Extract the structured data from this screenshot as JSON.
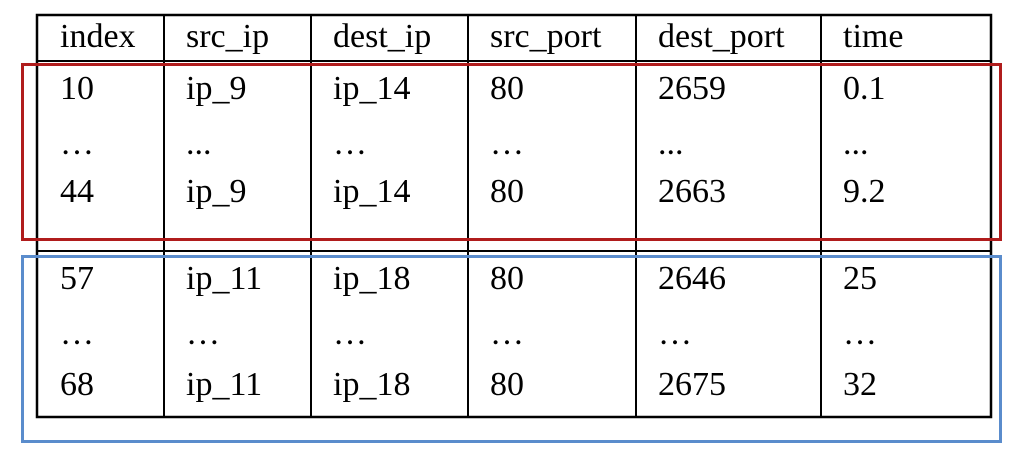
{
  "table": {
    "columns": [
      "index",
      "src_ip",
      "dest_ip",
      "src_port",
      "dest_port",
      "time"
    ],
    "rows": [
      [
        "10",
        "ip_9",
        "ip_14",
        "80",
        "2659",
        "0.1"
      ],
      [
        "…",
        "...",
        "…",
        "…",
        "...",
        "..."
      ],
      [
        "44",
        "ip_9",
        "ip_14",
        "80",
        "2663",
        "9.2"
      ],
      [
        "57",
        "ip_11",
        "ip_18",
        "80",
        "2646",
        "25"
      ],
      [
        "…",
        "…",
        "…",
        "…",
        "…",
        "…"
      ],
      [
        "68",
        "ip_11",
        "ip_18",
        "80",
        "2675",
        "32"
      ]
    ]
  },
  "highlights": [
    {
      "name": "group-one",
      "color": "#b01c1c",
      "rows": [
        0,
        2
      ]
    },
    {
      "name": "group-two",
      "color": "#5a8ccc",
      "rows": [
        3,
        5
      ]
    }
  ]
}
